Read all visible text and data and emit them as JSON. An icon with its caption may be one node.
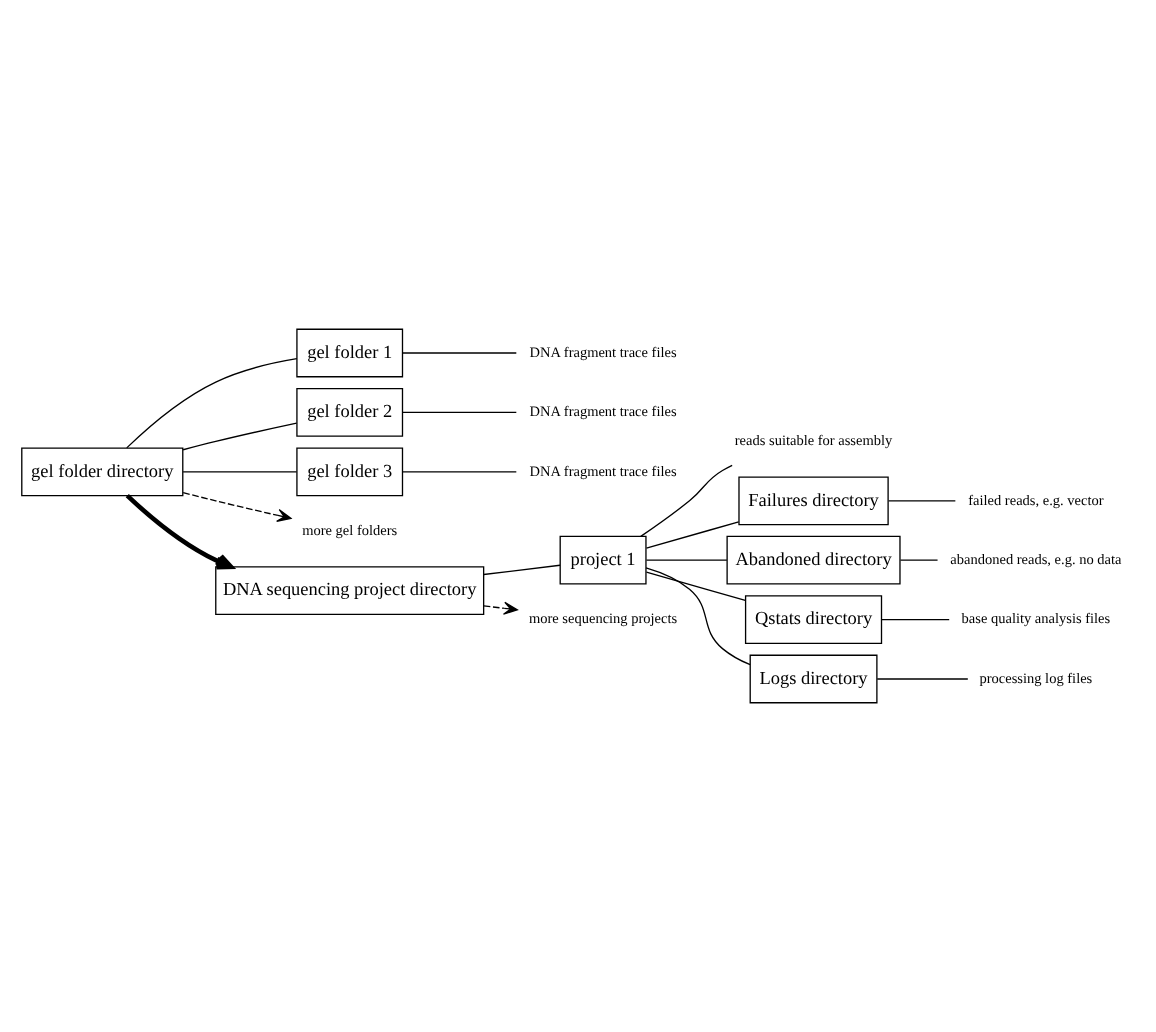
{
  "diagram": {
    "nodes": [
      {
        "text": [
          "gel folder directory"
        ]
      },
      {
        "text": [
          "gel folder 1"
        ]
      },
      {
        "text": [
          "DNA fragment trace files"
        ]
      },
      {
        "text": [
          "gel folder 2"
        ]
      },
      {
        "text": [
          "DNA fragment trace files"
        ]
      },
      {
        "text": [
          "gel folder 3"
        ]
      },
      {
        "text": [
          "DNA fragment trace files"
        ]
      },
      {
        "text": [
          "more gel folders"
        ]
      },
      {
        "text": [
          "DNA sequencing project directory"
        ]
      },
      {
        "text": [
          "project 1"
        ]
      },
      {
        "text": [
          "reads suitable for assembly"
        ]
      },
      {
        "text": [
          "Failures directory"
        ]
      },
      {
        "text": [
          "failed reads, e.g. vector"
        ]
      },
      {
        "text": [
          "Abandoned directory"
        ]
      },
      {
        "text": [
          "abandoned reads, e.g. no data"
        ]
      },
      {
        "text": [
          "Qstats directory"
        ]
      },
      {
        "text": [
          "base quality analysis files"
        ]
      },
      {
        "text": [
          "Logs directory"
        ]
      },
      {
        "text": [
          "processing log files"
        ]
      },
      {
        "text": [
          "more sequencing projects"
        ]
      }
    ],
    "edges": [
      {
        "from": 0,
        "to": 8,
        "arrow": "to",
        "style": "thick"
      },
      {
        "from": 0,
        "to": 1,
        "arrow": "none"
      },
      {
        "from": 1,
        "to": 2,
        "arrow": "none"
      },
      {
        "from": 0,
        "to": 3,
        "arrow": "none"
      },
      {
        "from": 3,
        "to": 4,
        "arrow": "none"
      },
      {
        "from": 0,
        "to": 5,
        "arrow": "none"
      },
      {
        "from": 5,
        "to": 6,
        "arrow": "none"
      },
      {
        "from": 0,
        "to": 7,
        "arrow": "to",
        "style": "dashed"
      },
      {
        "from": 8,
        "to": 9,
        "arrow": "none"
      },
      {
        "from": 9,
        "to": 10,
        "arrow": "none"
      },
      {
        "from": 9,
        "to": 11,
        "arrow": "none"
      },
      {
        "from": 11,
        "to": 12,
        "arrow": "none"
      },
      {
        "from": 9,
        "to": 13,
        "arrow": "none"
      },
      {
        "from": 13,
        "to": 14,
        "arrow": "none"
      },
      {
        "from": 9,
        "to": 15,
        "arrow": "none"
      },
      {
        "from": 15,
        "to": 16,
        "arrow": "none"
      },
      {
        "from": 9,
        "to": 17,
        "arrow": "none"
      },
      {
        "from": 17,
        "to": 18,
        "arrow": "none"
      },
      {
        "from": 8,
        "to": 19,
        "arrow": "to",
        "style": "dashed"
      }
    ]
  }
}
